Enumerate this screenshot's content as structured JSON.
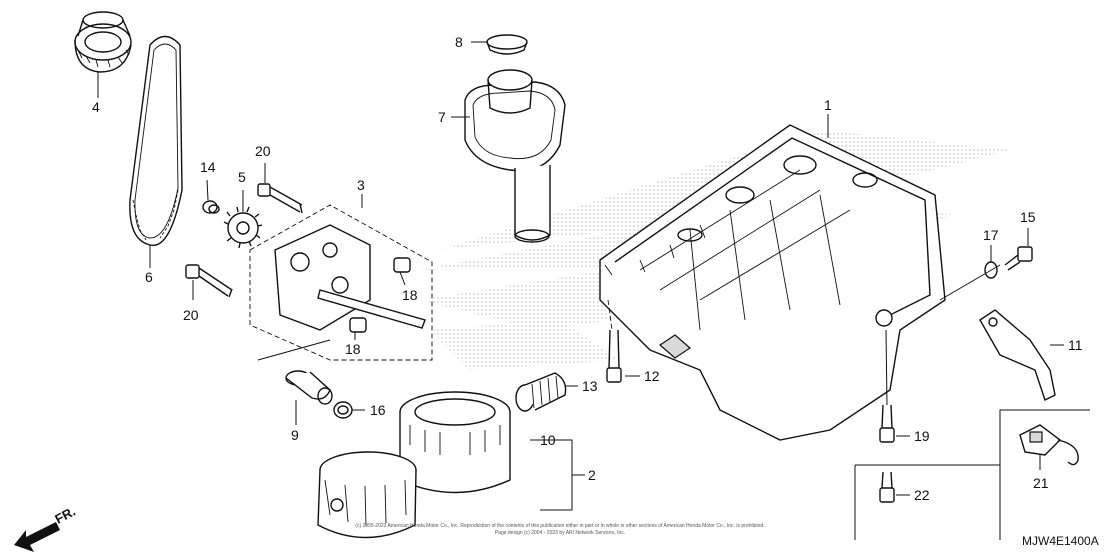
{
  "diagram_code": "MJW4E1400A",
  "direction_label": "FR.",
  "copyright_line_1": "(c) 2005-2023 American Honda Motor Co., Inc. Reproduction of the contents of this publication either in part or in whole in other sections of American Honda Motor Co., Inc. is prohibited.",
  "copyright_line_2": "Page design (c) 2004 - 2023 by ARI Network Services, Inc.",
  "callouts": {
    "c1": "1",
    "c2": "2",
    "c3": "3",
    "c4": "4",
    "c5": "5",
    "c6": "6",
    "c7": "7",
    "c8": "8",
    "c9": "9",
    "c10": "10",
    "c11": "11",
    "c12": "12",
    "c13": "13",
    "c14": "14",
    "c15": "15",
    "c16": "16",
    "c17": "17",
    "c18a": "18",
    "c18b": "18",
    "c19": "19",
    "c20a": "20",
    "c20b": "20",
    "c21": "21",
    "c22": "22"
  }
}
